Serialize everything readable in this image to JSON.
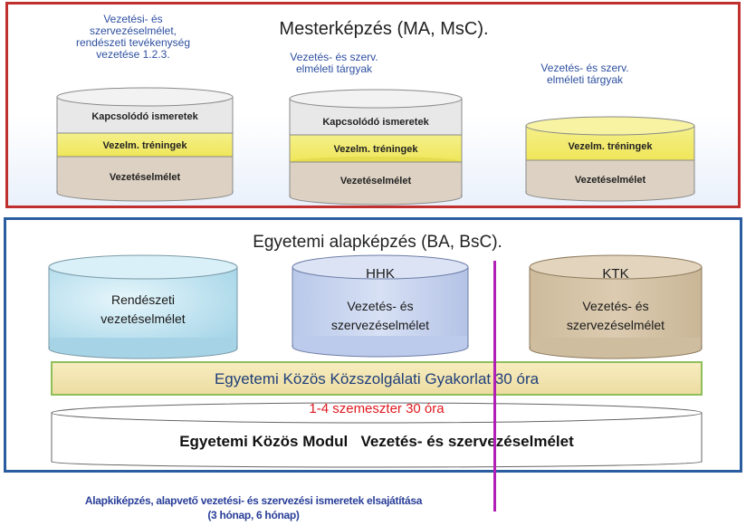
{
  "master": {
    "title": "Mesterképzés (MA, MsC).",
    "notes": [
      [
        "Vezetési- és",
        "szervezéselmélet,",
        "rendészeti tevékenység",
        "vezetése 1.2.3."
      ],
      [
        "Vezetés- és szerv.",
        "elméleti tárgyak"
      ],
      [
        "Vezetés- és szerv.",
        "elméleti tárgyak"
      ]
    ],
    "layers": {
      "kapcsolodo": "Kapcsolódó ismeretek",
      "treningek": "Vezelm. tréningek",
      "elmelet": "Vezetéselmélet"
    }
  },
  "bachelor": {
    "title": "Egyetemi alapképzés (BA, BsC).",
    "cylinders": [
      {
        "header": "",
        "lines": [
          "Rendészeti",
          "vezetéselmélet"
        ]
      },
      {
        "header": "HHK",
        "lines": [
          "Vezetés- és",
          "szervezéselmélet"
        ]
      },
      {
        "header": "KTK",
        "lines": [
          "Vezetés- és",
          "szervezéselmélet"
        ]
      }
    ],
    "practice": "Egyetemi Közös Közszolgálati Gyakorlat 30 óra",
    "semester": "1-4 szemeszter 30 óra",
    "module": "Egyetemi Közös Modul   Vezetés- és szervezéselmélet"
  },
  "footer": {
    "line1": "Alapkiképzés, alapvető vezetési- és szervezési ismeretek elsajátítása",
    "line2": "(3 hónap, 6 hónap)"
  },
  "colors": {
    "master_border": "#c0302e",
    "bachelor_border": "#2a5d9f",
    "divider": "#b21fb5",
    "semester_text": "#e0191f",
    "notes_text": "#2d4fa0"
  }
}
